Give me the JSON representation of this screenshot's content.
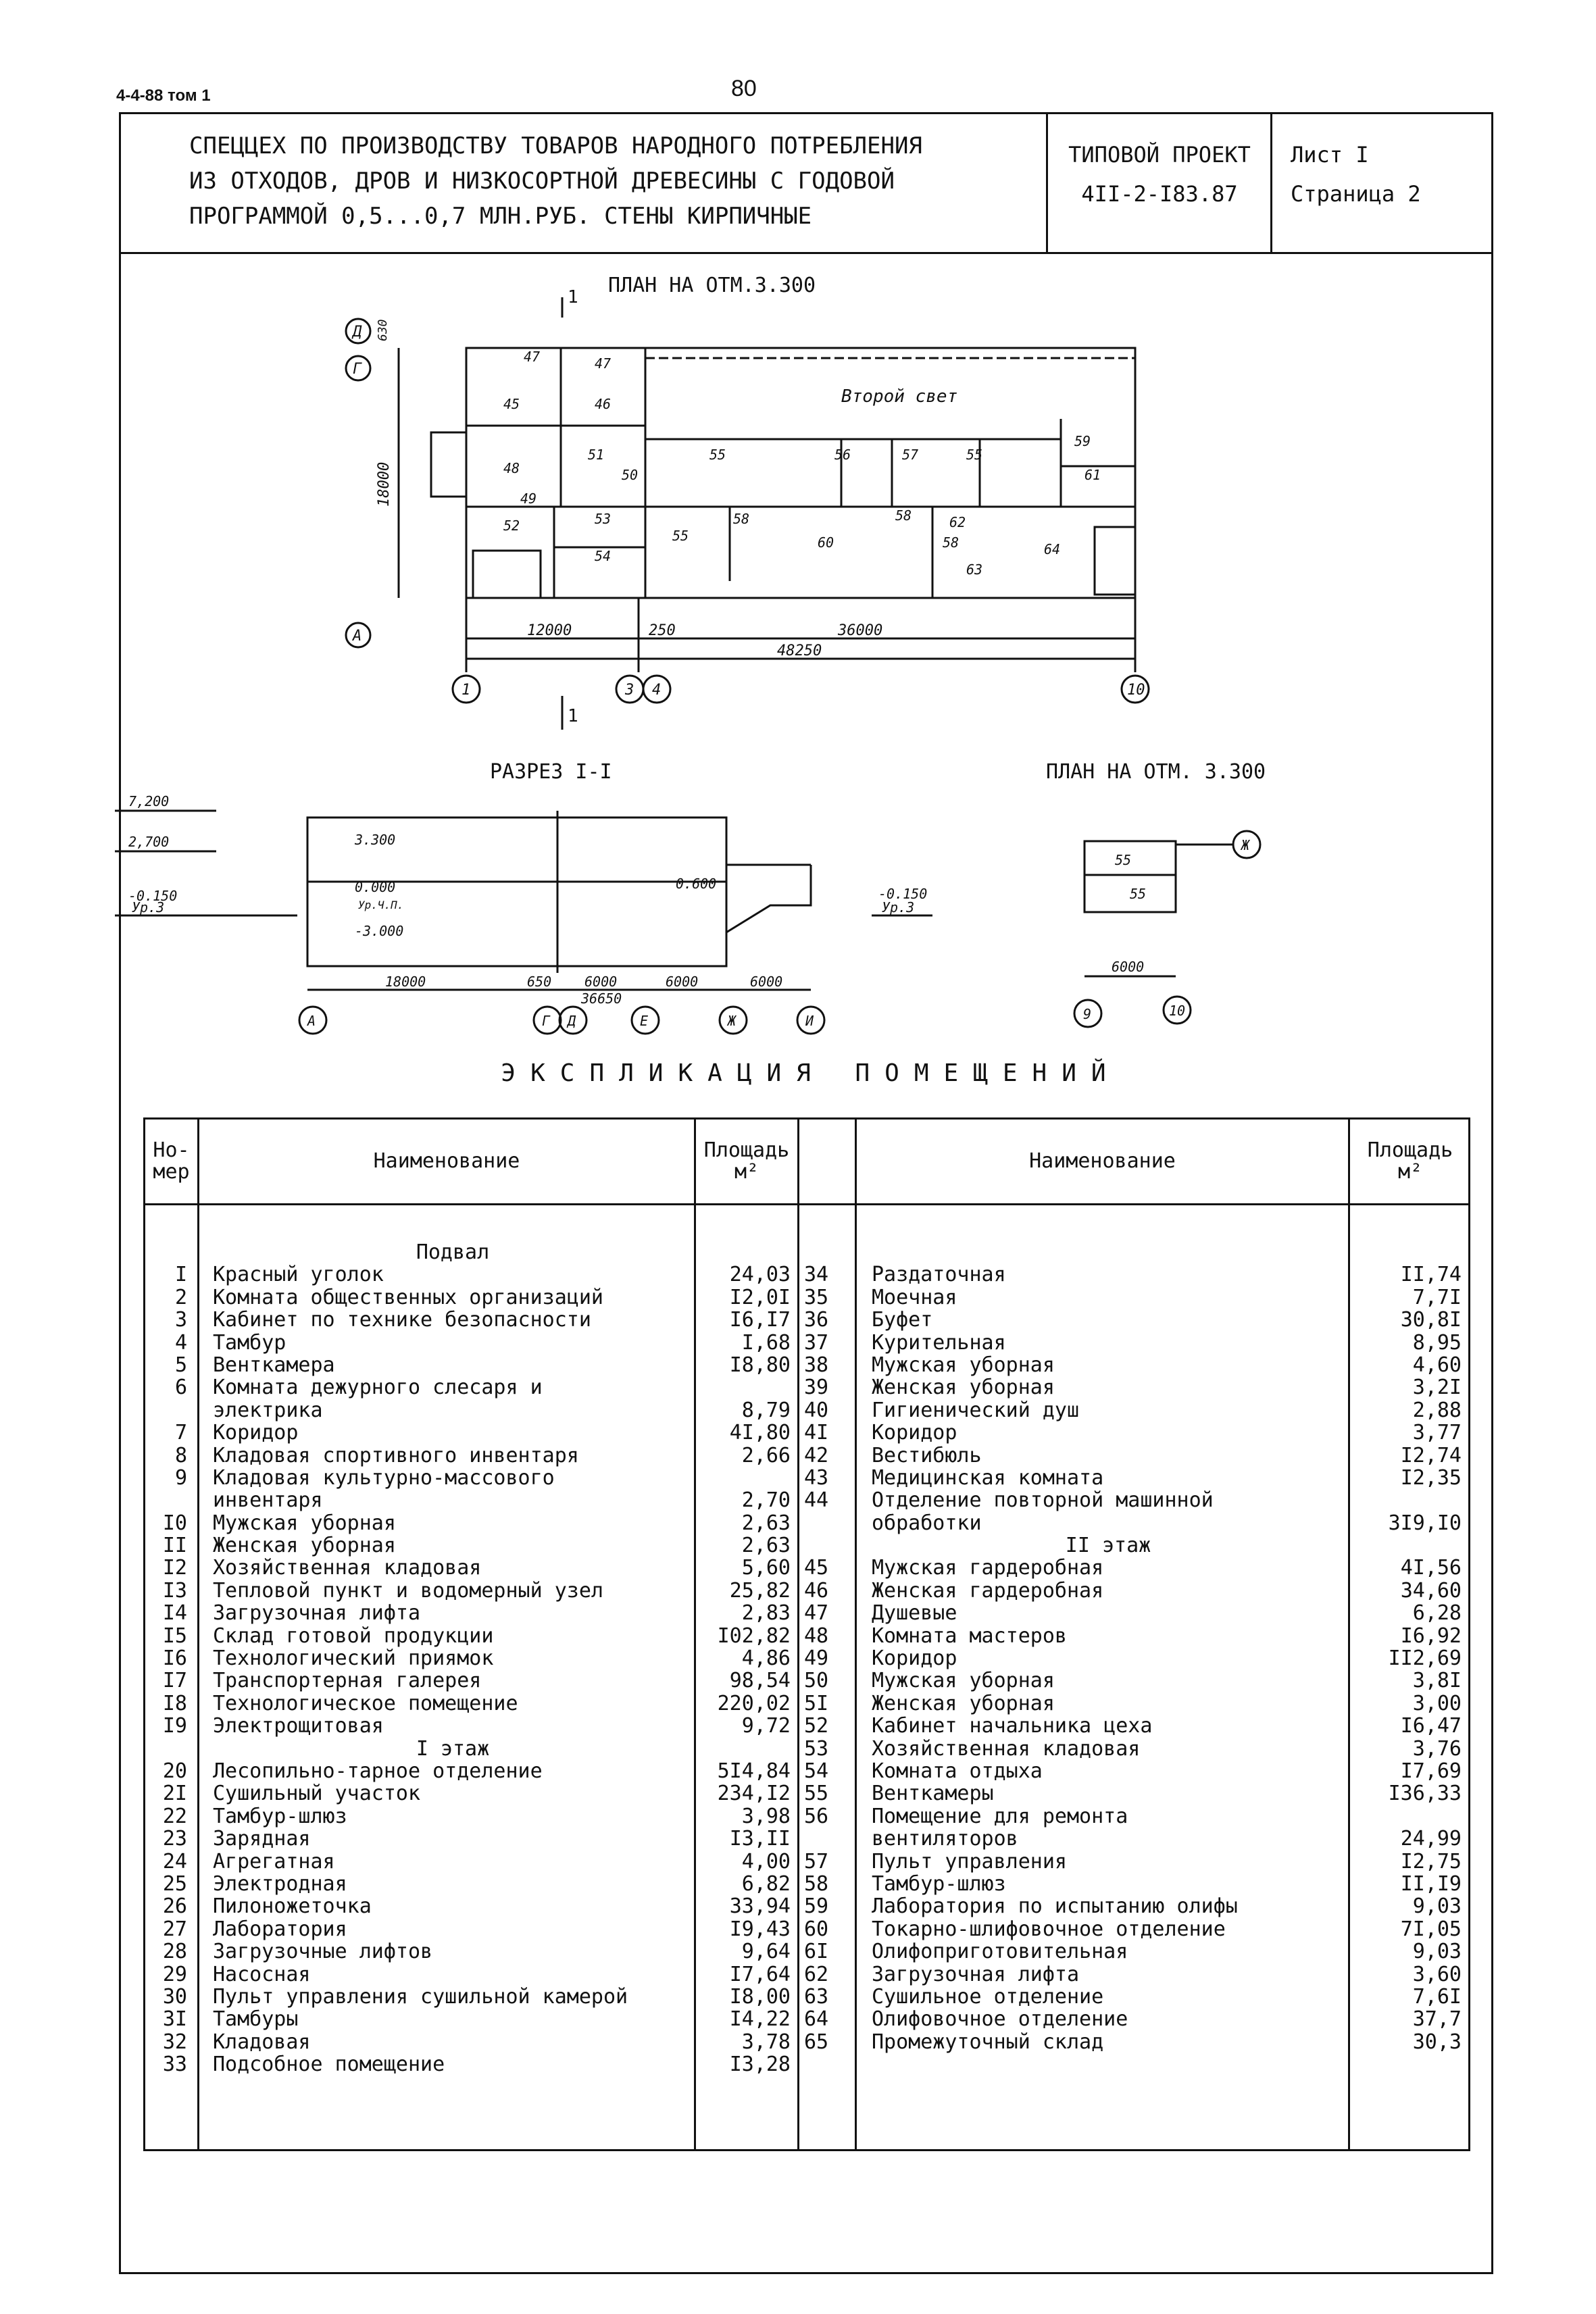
{
  "top_code": "4-4-88 том 1",
  "page_number": "80",
  "title_block": {
    "lines": [
      "СПЕЦЦЕХ ПО ПРОИЗВОДСТВУ ТОВАРОВ НАРОДНОГО ПОТРЕБЛЕНИЯ",
      "ИЗ ОТХОДОВ, ДРОВ И НИЗКОСОРТНОЙ ДРЕВЕСИНЫ С ГОДОВОЙ",
      "ПРОГРАММОЙ 0,5...0,7 МЛН.РУБ. СТЕНЫ КИРПИЧНЫЕ"
    ],
    "project_label": "ТИПОВОЙ ПРОЕКТ",
    "project_code": "4II-2-I83.87",
    "sheet": "Лист I",
    "page": "Страница 2"
  },
  "drawings": {
    "plan_main_title": "ПЛАН НА ОТМ.3.300",
    "second_light": "Второй свет",
    "dim_height": "18000",
    "dim_top": "630",
    "dims_bottom": [
      "12000",
      "250",
      "36000",
      "48250"
    ],
    "axes_letters": [
      "Д",
      "Г",
      "А"
    ],
    "axes_numbers": [
      "1",
      "3",
      "4",
      "10"
    ],
    "cut_mark": "1",
    "room_labels": [
      "47",
      "47",
      "45",
      "46",
      "48",
      "51",
      "50",
      "49",
      "52",
      "53",
      "54",
      "55",
      "56",
      "57",
      "55",
      "59",
      "61",
      "55",
      "58",
      "60",
      "58",
      "62",
      "58",
      "63",
      "64"
    ],
    "section_title": "РАЗРЕЗ I-I",
    "section_levels": [
      "7,200",
      "2,700",
      "-0.150",
      "Ур.З",
      "3.300",
      "0.000",
      "Ур.Ч.П.",
      "-3.000",
      "0.600",
      "-0.150",
      "Ур.З"
    ],
    "section_dims": [
      "18000",
      "650",
      "6000",
      "6000",
      "6000",
      "36650"
    ],
    "section_axes": [
      "А",
      "Г",
      "Д",
      "Е",
      "Ж",
      "И"
    ],
    "plan_small_title": "ПЛАН НА ОТМ. 3.300",
    "small_rooms": [
      "55",
      "55"
    ],
    "small_dim": "6000",
    "small_axes": [
      "Ж",
      "9",
      "10"
    ]
  },
  "explication": {
    "title": "ЭКСПЛИКАЦИЯ ПОМЕЩЕНИЙ",
    "headers": {
      "num": "Но-мер",
      "name": "Наименование",
      "area": "Площадь м²"
    },
    "left": [
      {
        "n": "",
        "name": "Подвал",
        "a": "",
        "section": true
      },
      {
        "n": "I",
        "name": "Красный уголок",
        "a": "24,03"
      },
      {
        "n": "2",
        "name": "Комната общественных организаций",
        "a": "I2,0I"
      },
      {
        "n": "3",
        "name": "Кабинет по технике безопасности",
        "a": "I6,I7"
      },
      {
        "n": "4",
        "name": "Тамбур",
        "a": "I,68"
      },
      {
        "n": "5",
        "name": "Венткамера",
        "a": "I8,80"
      },
      {
        "n": "6",
        "name": "Комната дежурного слесаря и",
        "a": ""
      },
      {
        "n": "",
        "name": "электрика",
        "a": "8,79"
      },
      {
        "n": "7",
        "name": "Коридор",
        "a": "4I,80"
      },
      {
        "n": "8",
        "name": "Кладовая спортивного инвентаря",
        "a": "2,66"
      },
      {
        "n": "9",
        "name": "Кладовая культурно-массового",
        "a": ""
      },
      {
        "n": "",
        "name": "инвентаря",
        "a": "2,70"
      },
      {
        "n": "I0",
        "name": "Мужская уборная",
        "a": "2,63"
      },
      {
        "n": "II",
        "name": "Женская уборная",
        "a": "2,63"
      },
      {
        "n": "I2",
        "name": "Хозяйственная кладовая",
        "a": "5,60"
      },
      {
        "n": "I3",
        "name": "Тепловой пункт и водомерный узел",
        "a": "25,82"
      },
      {
        "n": "I4",
        "name": "Загрузочная лифта",
        "a": "2,83"
      },
      {
        "n": "I5",
        "name": "Склад готовой продукции",
        "a": "I02,82"
      },
      {
        "n": "I6",
        "name": "Технологический приямок",
        "a": "4,86"
      },
      {
        "n": "I7",
        "name": "Транспортерная галерея",
        "a": "98,54"
      },
      {
        "n": "I8",
        "name": "Технологическое помещение",
        "a": "220,02"
      },
      {
        "n": "I9",
        "name": "Электрощитовая",
        "a": "9,72"
      },
      {
        "n": "",
        "name": "I этаж",
        "a": "",
        "section": true
      },
      {
        "n": "20",
        "name": "Лесопильно-тарное отделение",
        "a": "5I4,84"
      },
      {
        "n": "2I",
        "name": "Сушильный участок",
        "a": "234,I2"
      },
      {
        "n": "22",
        "name": "Тамбур-шлюз",
        "a": "3,98"
      },
      {
        "n": "23",
        "name": "Зарядная",
        "a": "I3,II"
      },
      {
        "n": "24",
        "name": "Агрегатная",
        "a": "4,00"
      },
      {
        "n": "25",
        "name": "Электродная",
        "a": "6,82"
      },
      {
        "n": "26",
        "name": "Пилоножеточка",
        "a": "33,94"
      },
      {
        "n": "27",
        "name": "Лаборатория",
        "a": "I9,43"
      },
      {
        "n": "28",
        "name": "Загрузочные лифтов",
        "a": "9,64"
      },
      {
        "n": "29",
        "name": "Насосная",
        "a": "I7,64"
      },
      {
        "n": "30",
        "name": "Пульт управления сушильной камерой",
        "a": "I8,00"
      },
      {
        "n": "3I",
        "name": "Тамбуры",
        "a": "I4,22"
      },
      {
        "n": "32",
        "name": "Кладовая",
        "a": "3,78"
      },
      {
        "n": "33",
        "name": "Подсобное помещение",
        "a": "I3,28"
      }
    ],
    "right": [
      {
        "n": "34",
        "name": "Раздаточная",
        "a": "II,74"
      },
      {
        "n": "35",
        "name": "Моечная",
        "a": "7,7I"
      },
      {
        "n": "36",
        "name": "Буфет",
        "a": "30,8I"
      },
      {
        "n": "37",
        "name": "Курительная",
        "a": "8,95"
      },
      {
        "n": "38",
        "name": "Мужская уборная",
        "a": "4,60"
      },
      {
        "n": "39",
        "name": "Женская уборная",
        "a": "3,2I"
      },
      {
        "n": "40",
        "name": "Гигиенический душ",
        "a": "2,88"
      },
      {
        "n": "4I",
        "name": "Коридор",
        "a": "3,77"
      },
      {
        "n": "42",
        "name": "Вестибюль",
        "a": "I2,74"
      },
      {
        "n": "43",
        "name": "Медицинская комната",
        "a": "I2,35"
      },
      {
        "n": "44",
        "name": "Отделение повторной машинной",
        "a": ""
      },
      {
        "n": "",
        "name": "обработки",
        "a": "3I9,I0"
      },
      {
        "n": "",
        "name": "II этаж",
        "a": "",
        "section": true
      },
      {
        "n": "45",
        "name": "Мужская гардеробная",
        "a": "4I,56"
      },
      {
        "n": "46",
        "name": "Женская гардеробная",
        "a": "34,60"
      },
      {
        "n": "47",
        "name": "Душевые",
        "a": "6,28"
      },
      {
        "n": "48",
        "name": "Комната мастеров",
        "a": "I6,92"
      },
      {
        "n": "49",
        "name": "Коридор",
        "a": "II2,69"
      },
      {
        "n": "50",
        "name": "Мужская уборная",
        "a": "3,8I"
      },
      {
        "n": "5I",
        "name": "Женская уборная",
        "a": "3,00"
      },
      {
        "n": "52",
        "name": "Кабинет начальника цеха",
        "a": "I6,47"
      },
      {
        "n": "53",
        "name": "Хозяйственная кладовая",
        "a": "3,76"
      },
      {
        "n": "54",
        "name": "Комната отдыха",
        "a": "I7,69"
      },
      {
        "n": "55",
        "name": "Венткамеры",
        "a": "I36,33"
      },
      {
        "n": "56",
        "name": "Помещение для ремонта",
        "a": ""
      },
      {
        "n": "",
        "name": "вентиляторов",
        "a": "24,99"
      },
      {
        "n": "57",
        "name": "Пульт управления",
        "a": "I2,75"
      },
      {
        "n": "58",
        "name": "Тамбур-шлюз",
        "a": "II,I9"
      },
      {
        "n": "59",
        "name": "Лаборатория по испытанию олифы",
        "a": "9,03"
      },
      {
        "n": "60",
        "name": "Токарно-шлифовочное отделение",
        "a": "7I,05"
      },
      {
        "n": "6I",
        "name": "Олифоприготовительная",
        "a": "9,03"
      },
      {
        "n": "62",
        "name": "Загрузочная лифта",
        "a": "3,60"
      },
      {
        "n": "63",
        "name": "Сушильное отделение",
        "a": "7,6I"
      },
      {
        "n": "64",
        "name": "Олифовочное отделение",
        "a": "37,7"
      },
      {
        "n": "65",
        "name": "Промежуточный склад",
        "a": "30,3"
      }
    ]
  }
}
